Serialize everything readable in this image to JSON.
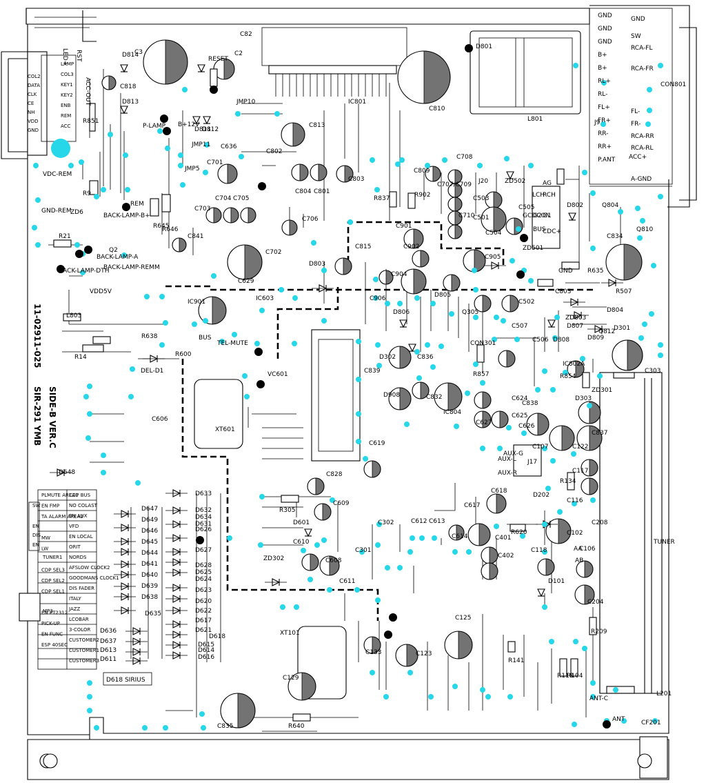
{
  "board": {
    "part_number": "11-02911-025",
    "model": "SIR-291 YMB",
    "side": "SIDE-B VER.C",
    "sirius_note": "D618  SIRIUS"
  },
  "colors": {
    "pad": "#26d7ea",
    "ink": "#000000",
    "paper": "#ffffff"
  },
  "connector_right": {
    "pins": [
      "GND",
      "GND",
      "GND",
      "B+",
      "B+",
      "RL+",
      "RL-",
      "FL+",
      "FR+",
      "RR-",
      "RR+",
      "P.ANT"
    ],
    "side_labels": [
      "GND",
      "SW",
      "RCA-FL",
      "RCA-FR",
      "CON801",
      "FL-",
      "FR-",
      "RCA-RR",
      "RCA-RL",
      "ACC+",
      "A-GND"
    ],
    "ref": "J9"
  },
  "connector_left": {
    "pins": [
      "COL2",
      "DATA",
      "CLK",
      "CE",
      "NH",
      "VDD",
      "GND"
    ],
    "pins_right": [
      "LAMP",
      "COL3",
      "KEY1",
      "KEY2",
      "ENB",
      "REM",
      "ACC"
    ],
    "top_labels": [
      "LED+",
      "RST",
      "ACC-OUT"
    ]
  },
  "option_table": {
    "col1": [
      "PLMUTE AREA1",
      "EN FMP",
      "TA ALARM AREA2",
      "",
      "MW",
      "LW",
      "",
      "CDP SEL3",
      "CDP SEL2",
      "CDP SEL1",
      "",
      "EN PT2312",
      "PICK-UP",
      "EN FUNC",
      "ESP 40SEC"
    ],
    "col2": [
      "CDP BUS",
      "NO COLAST",
      "EN AUX",
      "VFD",
      "EN LOCAL",
      "ORIT",
      "NORDS",
      "AFSLOW CLOCK2",
      "GOODMANS CLOCK1",
      "DIS FADER",
      "ITALY",
      "JAZZ",
      "LCOBAR",
      "3-COLOR",
      "CUSTOMER2",
      "CUSTOMER1",
      "CUSTOMER3"
    ],
    "side": [
      "SW",
      "EN",
      "DIS",
      "EN",
      "TUNER1",
      "MP3"
    ]
  },
  "diodes_left": [
    "D647",
    "D649",
    "D646",
    "D645",
    "D644",
    "D641",
    "D640",
    "D639",
    "D638",
    "D635",
    "D636",
    "D637",
    "D613",
    "D611"
  ],
  "diodes_mid": [
    "D633",
    "D632",
    "D634",
    "D631",
    "D626",
    "D627",
    "D628",
    "D625",
    "D624",
    "D623",
    "D620",
    "D622",
    "D617",
    "D621",
    "D618",
    "D615",
    "D614",
    "D616"
  ],
  "labels": [
    "C3",
    "RESET",
    "C2",
    "C82",
    "D814",
    "C818",
    "D813",
    "R851",
    "B+12V",
    "D812",
    "D811",
    "JMP10",
    "JMP11",
    "JMP5",
    "C636",
    "C701",
    "C802",
    "C813",
    "IC801",
    "C810",
    "D801",
    "L801",
    "C804",
    "C801",
    "C803",
    "C809",
    "C708",
    "C707/C709",
    "C710",
    "J20",
    "ZD502",
    "C503",
    "C501",
    "C505",
    "C504",
    "ZD501",
    "AG",
    "LCH",
    "RCH",
    "G2",
    "G1",
    "BUS",
    "CDC+",
    "GCDCON",
    "D802",
    "Q804",
    "Q810",
    "C834",
    "R837",
    "R902",
    "C703",
    "C704",
    "C705",
    "C706",
    "C841",
    "R645",
    "R646",
    "P-LAMP",
    "REM",
    "Q2",
    "ZD6",
    "R9",
    "R21",
    "BACK-LAMP-B+",
    "BACK-LAMP-A",
    "BACK-LAMP-REMM",
    "BACK-LAMP-DTH",
    "GND-REM",
    "VDC-REM",
    "VDD5V",
    "C702",
    "D803",
    "C815",
    "C901",
    "C902",
    "C904",
    "C905",
    "D805",
    "C906",
    "D806",
    "IC901",
    "C629",
    "IC603",
    "L803",
    "R638",
    "R14",
    "R600",
    "DEL-D1",
    "TEL-MUTE",
    "VC601",
    "BUS",
    "GND",
    "R635",
    "C803",
    "R507",
    "ZD803",
    "D807",
    "D804",
    "Q812",
    "D301",
    "Q305",
    "C502",
    "C507",
    "C506",
    "D808",
    "D809",
    "C303",
    "ZD301",
    "IC802A",
    "R854",
    "D303",
    "D302",
    "C836",
    "D908",
    "C832",
    "IC804",
    "C839",
    "CON301",
    "R857",
    "C624",
    "C625",
    "C627",
    "C626",
    "C838",
    "C837",
    "C606",
    "XT601",
    "C619",
    "J17",
    "AUX-L",
    "AUX-R",
    "AUX-G",
    "C107",
    "C122",
    "C117",
    "R134",
    "C116",
    "D202",
    "C208",
    "C102",
    "AA",
    "AB",
    "C106",
    "C118",
    "D101",
    "C204",
    "R209",
    "TUNER",
    "L201",
    "ANT-C",
    "ANT",
    "CF201",
    "D648",
    "C828",
    "R305",
    "C609",
    "D601",
    "C610",
    "C302",
    "C301",
    "C608",
    "C611",
    "C612",
    "C613",
    "C614",
    "C617",
    "C618",
    "R620",
    "C401",
    "C402",
    "ZD302",
    "XT101",
    "C133",
    "C123",
    "C125",
    "R141",
    "R104",
    "R118",
    "C129",
    "C835",
    "R640"
  ]
}
